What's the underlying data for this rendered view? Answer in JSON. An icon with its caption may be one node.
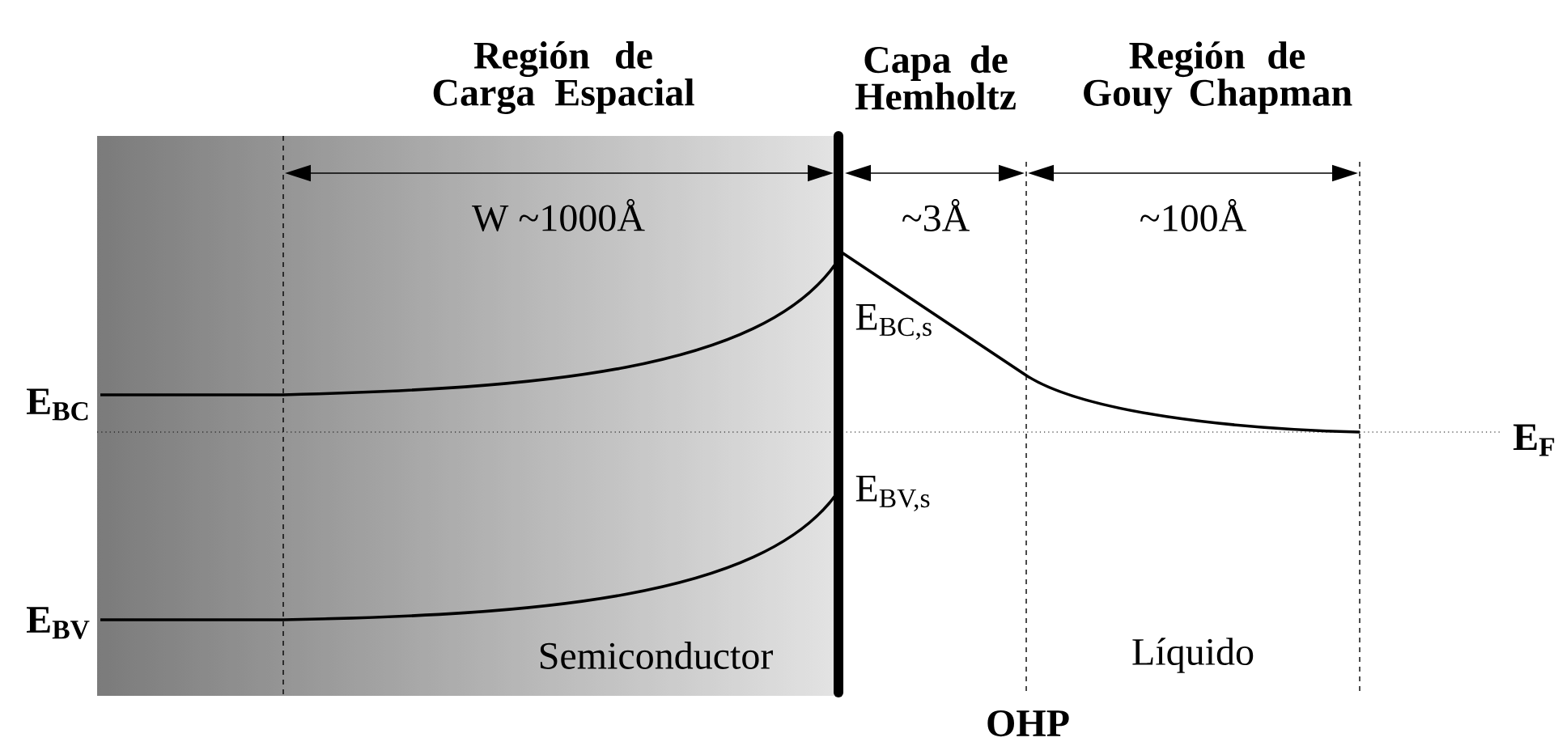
{
  "diagram": {
    "labels": [
      "Región de Carga Espacial",
      "Capa de Hemholtz",
      "Región de Gouy Chapman",
      "W ~1000Å",
      "~3Å",
      "~100Å",
      "E$_{BC,s}$",
      "E$_{BC}$",
      "E$_{F}$",
      "E$_{BV,s}$",
      "E$_{BV}$",
      "Semiconductor",
      "Líquido",
      "OHP"
    ]
  }
}
